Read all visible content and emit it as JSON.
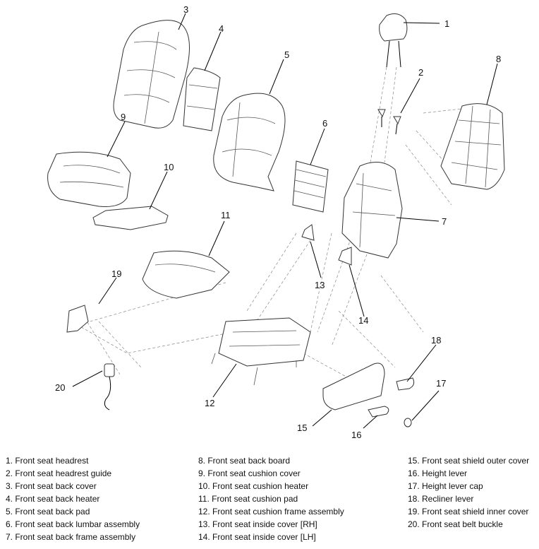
{
  "callouts": [
    "1",
    "2",
    "3",
    "4",
    "5",
    "6",
    "7",
    "8",
    "9",
    "10",
    "11",
    "12",
    "13",
    "14",
    "15",
    "16",
    "17",
    "18",
    "19",
    "20"
  ],
  "legend": {
    "col1": [
      "1. Front seat headrest",
      "2. Front seat headrest guide",
      "3. Front seat back cover",
      "4. Front seat back heater",
      "5. Front seat back pad",
      "6. Front seat back lumbar assembly",
      "7. Front seat back frame assembly"
    ],
    "col2": [
      "8. Front seat back board",
      "9. Front seat cushion cover",
      "10. Front seat cushion heater",
      "11. Front seat cushion pad",
      "12. Front seat cushion frame assembly",
      "13. Front seat inside cover [RH]",
      "14. Front seat inside cover [LH]"
    ],
    "col3": [
      "15. Front seat shield outer cover",
      "16. Height lever",
      "17. Height lever cap",
      "18. Recliner lever",
      "19. Front seat shield inner cover",
      "20. Front seat belt buckle"
    ]
  }
}
